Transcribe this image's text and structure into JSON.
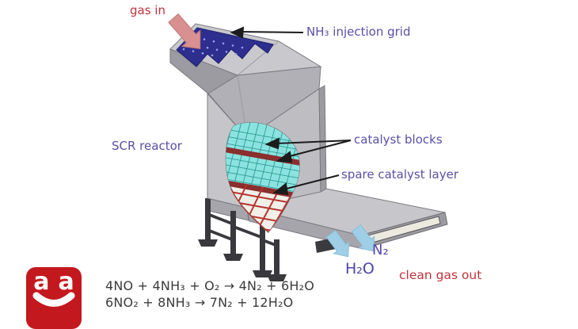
{
  "labels": {
    "gas_in": "gas in",
    "nh3_injection_grid": "NH₃ injection grid",
    "scr_reactor": "SCR reactor",
    "catalyst_blocks": "catalyst blocks",
    "spare_catalyst_layer": "spare catalyst layer",
    "n2": "N₂",
    "h2o": "H₂O",
    "clean_gas_out": "clean gas out"
  },
  "equations": [
    "4NO + 4NH₃ + O₂ → 4N₂ + 6H₂O",
    "6NO₂ + 8NH₃ → 7N₂ + 12H₂O"
  ],
  "logo": {
    "letters": [
      "a",
      "a"
    ]
  },
  "colors": {
    "label_purple": "#5a4fa5",
    "flow_red": "#c2323c",
    "equation_gray": "#3c3c3c",
    "gas_in_arrow_pink": "#d99090",
    "clean_gas_arrow_cyan": "#9fcfe6",
    "injection_grid_navy": "#2e2e8f",
    "catalyst_cyan": "#8ae3df",
    "separator_maroon": "#8a2e2e",
    "reactor_gray": "#bcbcc2",
    "logo_red": "#c4181f"
  }
}
